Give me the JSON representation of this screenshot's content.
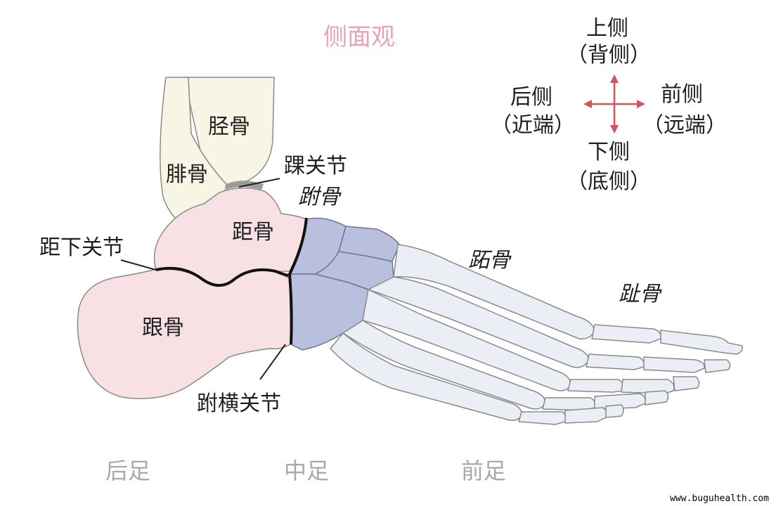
{
  "title": "侧面观",
  "direction": {
    "up": "上侧",
    "up_sub": "（背侧）",
    "left": "后侧",
    "left_sub": "（近端）",
    "right": "前侧",
    "right_sub": "（远端）",
    "down": "下侧",
    "down_sub": "（底侧）",
    "arrow_color": "#d9535a"
  },
  "bones": {
    "tibia": "胫骨",
    "fibula": "腓骨",
    "talus": "距骨",
    "calcaneus": "跟骨",
    "tarsals": "跗骨",
    "metatarsals": "跖骨",
    "phalanges": "趾骨"
  },
  "joints": {
    "ankle": "踝关节",
    "subtalar": "距下关节",
    "transverse_tarsal": "跗横关节"
  },
  "regions": {
    "hindfoot": "后足",
    "midfoot": "中足",
    "forefoot": "前足"
  },
  "colors": {
    "hindfoot": "#f8e1e5",
    "midfoot": "#b9c0dd",
    "forefoot": "#eceef6",
    "leg": "#f7f5e4",
    "title": "#e8a4b6"
  },
  "watermark": "www.buguhealth.com"
}
